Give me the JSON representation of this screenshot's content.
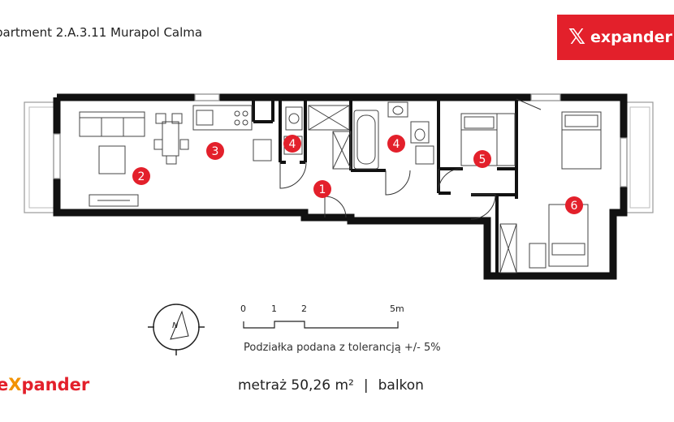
{
  "header": {
    "title": "partment 2.A.3.11 Murapol Calma",
    "brand": "expander"
  },
  "rooms": [
    "2",
    "3",
    "4",
    "1",
    "4",
    "5",
    "6"
  ],
  "scale": {
    "ticks": [
      "0",
      "1",
      "2",
      "5m"
    ],
    "tolerance": "Podziałka podana z tolerancją +/- 5%"
  },
  "compass": {
    "north": "N"
  },
  "summary": {
    "area": "metraż 50,26 m²",
    "separator": "|",
    "extra": "balkon"
  },
  "footer": {
    "brand_prefix": "e",
    "brand_x": "X",
    "brand_rest": "pander"
  },
  "colors": {
    "accent": "#e3202b",
    "secondary": "#f29200",
    "wall": "#111111"
  }
}
